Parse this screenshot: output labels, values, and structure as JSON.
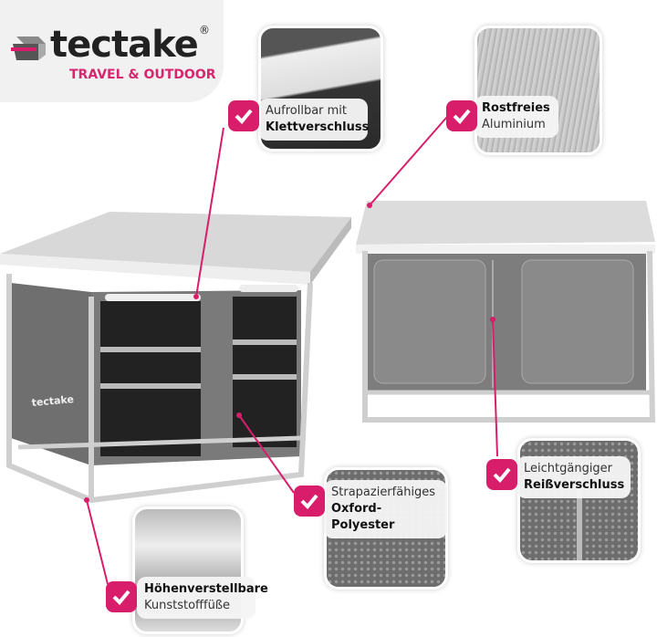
{
  "brand": {
    "name": "tectake",
    "registered": "®",
    "tagline": "TRAVEL & OUTDOOR"
  },
  "features": [
    {
      "line1": "Aufrollbar mit",
      "line2": "Klettverschluss",
      "bold": "line2"
    },
    {
      "line1": "Rostfreies",
      "line2": "Aluminium",
      "bold": "line1"
    },
    {
      "line1": "Leichtgängiger",
      "line2": "Reißverschluss",
      "bold": "line2"
    },
    {
      "line1": "Strapazierfähiges",
      "line2": "Oxford-Polyester",
      "bold": "line2"
    },
    {
      "line1": "Höhenverstellbare",
      "line2": "Kunststofffüße",
      "bold": "line1"
    }
  ],
  "product_print": "tectake",
  "colors": {
    "accent": "#d81e6b",
    "fabric": "#6d6d6d",
    "frame": "#d9dadb"
  }
}
